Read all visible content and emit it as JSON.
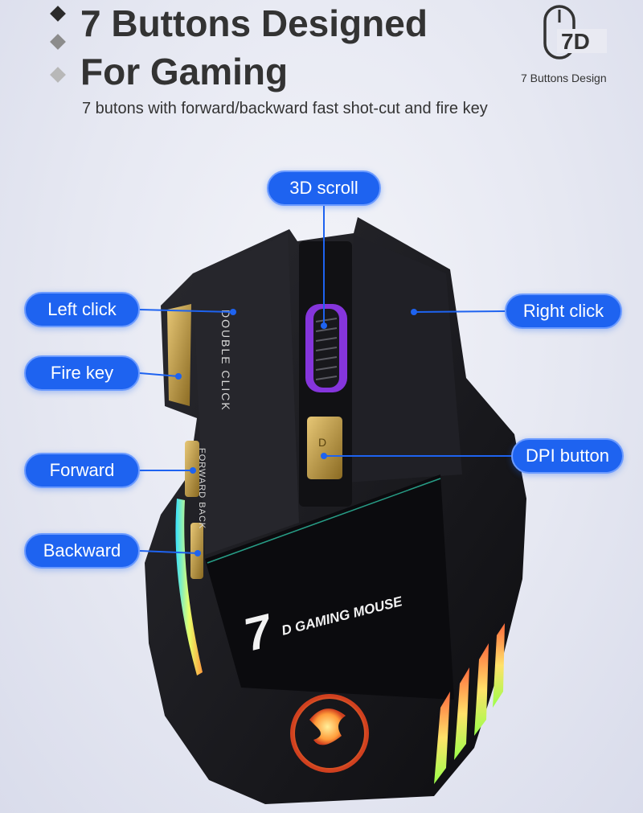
{
  "header": {
    "title_line1": "7 Buttons Designed",
    "title_line2": "For Gaming",
    "subtitle": "7 butons with forward/backward fast shot-cut and fire key"
  },
  "badge": {
    "logo_text": "7D",
    "caption": "7 Buttons Design",
    "icon": "mouse-icon"
  },
  "callouts": {
    "scroll": "3D scroll",
    "left_click": "Left click",
    "fire_key": "Fire key",
    "forward": "Forward",
    "backward": "Backward",
    "right_click": "Right click",
    "dpi": "DPI button"
  },
  "mouse_print": {
    "double_click": "DOUBLE CLICK",
    "forward_back": "FORWARD BACK",
    "brand_number": "7",
    "brand_text": "D GAMING MOUSE",
    "dpi_key_text": "D"
  },
  "colors": {
    "accent": "#1e63f0",
    "pill_border": "#6c9bff",
    "mouse_body": "#1a1a1e",
    "gold": "#c9a24a"
  }
}
